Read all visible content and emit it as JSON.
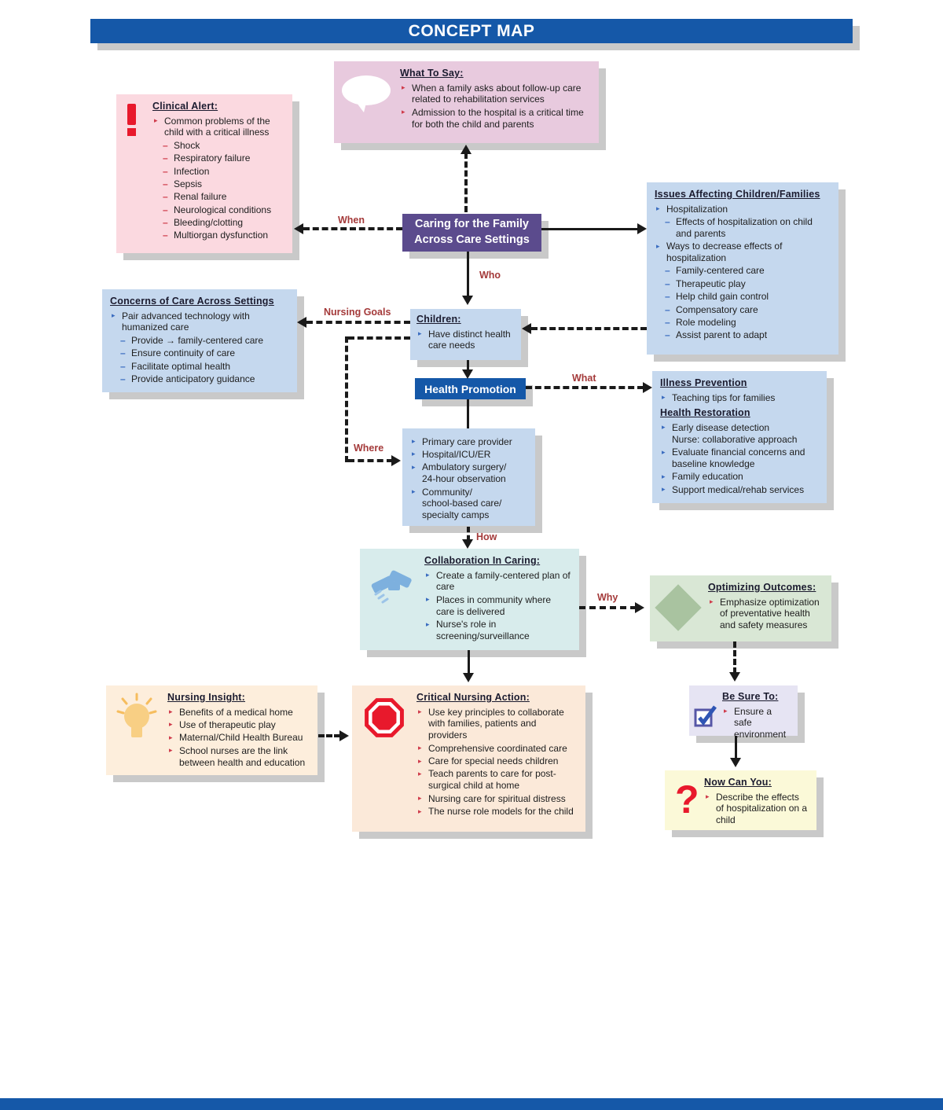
{
  "title": "CONCEPT MAP",
  "colors": {
    "title_bar": "#1558a8",
    "central_node": "#5b4b8d",
    "health_promotion_node": "#1558a8",
    "connector_label": "#a43a3a",
    "box_blue": "#c5d8ee",
    "box_pink": "#fbd9e0",
    "box_mauve": "#e8cade",
    "box_cyan": "#d8ecec",
    "box_green": "#d9e7d5",
    "box_cream": "#fdeedc",
    "box_peach": "#fbe9d9",
    "box_lavender": "#e6e4f3",
    "box_yellow": "#fbf9d8",
    "marker_red": "#cf3a4a",
    "marker_blue": "#3a6cc0",
    "arrow": "#1a1a1a",
    "shadow": "#c9c9c9"
  },
  "connectors": {
    "when": "When",
    "who": "Who",
    "nursing_goals": "Nursing Goals",
    "what": "What",
    "where": "Where",
    "how": "How",
    "why": "Why"
  },
  "icons": {
    "question_glyph": "?"
  },
  "nodes": {
    "central": {
      "label": "Caring for the Family\nAcross Care Settings"
    },
    "health_promotion": {
      "label": "Health Promotion"
    },
    "what_to_say": {
      "icon": "speech-bubble-icon",
      "heading": "What To Say:",
      "items": [
        "When a family asks about follow-up care related to rehabilitation services",
        "Admission to the hospital is a critical time for both the child and parents"
      ]
    },
    "clinical_alert": {
      "icon": "exclamation-icon",
      "heading": "Clinical Alert:",
      "lead": "Common problems of the child with a critical illness",
      "sub": [
        "Shock",
        "Respiratory failure",
        "Infection",
        "Sepsis",
        "Renal failure",
        "Neurological conditions",
        "Bleeding/clotting",
        "Multiorgan dysfunction"
      ]
    },
    "issues": {
      "heading": "Issues Affecting Children/Families",
      "items": [
        {
          "t": "Hospitalization",
          "sub": [
            "Effects of hospitalization on child and parents"
          ]
        },
        {
          "t": "Ways to decrease effects of hospitalization",
          "sub": [
            "Family-centered care",
            "Therapeutic play",
            "Help child gain control",
            "Compensatory care",
            "Role modeling",
            "Assist parent to adapt"
          ]
        }
      ]
    },
    "concerns": {
      "heading": "Concerns of Care Across Settings",
      "items": [
        {
          "t": "Pair advanced technology with humanized care",
          "sub": [
            "Provide → family-centered care",
            "Ensure continuity of care",
            "Facilitate optimal health",
            "Provide anticipatory guidance"
          ]
        }
      ]
    },
    "children": {
      "heading": "Children:",
      "items": [
        "Have distinct health care needs"
      ]
    },
    "prevention": {
      "heading": "Illness Prevention",
      "items": [
        "Teaching tips for families"
      ]
    },
    "restoration": {
      "heading": "Health Restoration",
      "items": [
        "Early disease detection\nNurse: collaborative approach",
        "Evaluate financial concerns and baseline knowledge",
        "Family education",
        "Support medical/rehab services"
      ]
    },
    "care_settings": {
      "items": [
        "Primary care provider",
        "Hospital/ICU/ER",
        "Ambulatory surgery/\n24-hour observation",
        "Community/\nschool-based care/\nspecialty camps"
      ]
    },
    "collaboration": {
      "icon": "handshake-icon",
      "heading": "Collaboration In Caring:",
      "items": [
        "Create a family-centered plan of care",
        "Places in community where care is delivered",
        "Nurse's role in screening/surveillance"
      ]
    },
    "optimizing": {
      "icon": "diamond-icon",
      "heading": "Optimizing Outcomes:",
      "items": [
        "Emphasize optimization of preventative health and safety measures"
      ]
    },
    "nursing_insight": {
      "icon": "lightbulb-icon",
      "heading": "Nursing Insight:",
      "items": [
        "Benefits of a medical home",
        "Use of therapeutic play",
        "Maternal/Child Health Bureau",
        "School nurses are the link between health and education"
      ]
    },
    "critical_action": {
      "icon": "stop-sign-icon",
      "heading": "Critical Nursing Action:",
      "items": [
        "Use key principles to collaborate with families, patients and providers",
        "Comprehensive coordinated care",
        "Care for special needs children",
        "Teach parents to care for post-surgical child at home",
        "Nursing care for spiritual distress",
        "The nurse role models for the child"
      ]
    },
    "be_sure": {
      "icon": "checkbox-icon",
      "heading": "Be Sure To:",
      "items": [
        "Ensure a safe environment"
      ]
    },
    "now_can_you": {
      "icon": "question-icon",
      "heading": "Now Can You:",
      "items": [
        "Describe the effects of hospitalization on a child"
      ]
    }
  }
}
